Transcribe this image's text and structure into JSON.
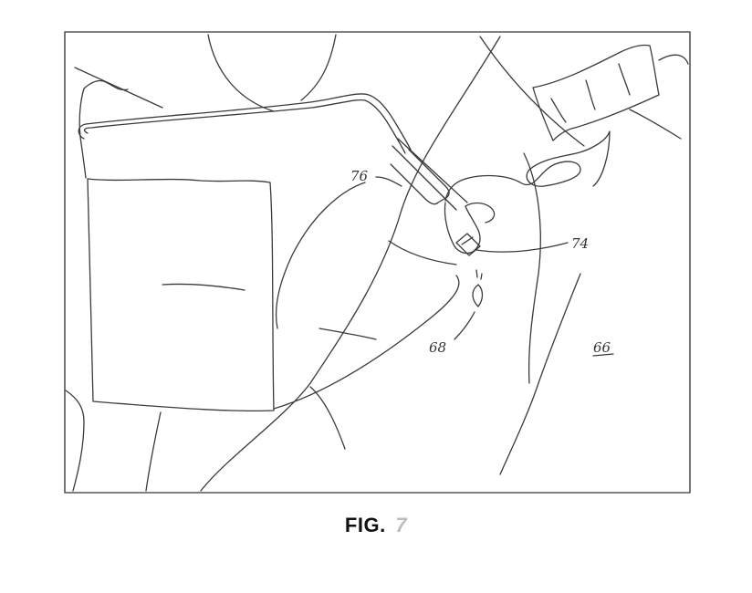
{
  "figure": {
    "caption_prefix": "FIG.",
    "caption_number": "7"
  },
  "reference_labels": {
    "label_76": "76",
    "label_74": "74",
    "label_68": "68",
    "label_66": "66"
  },
  "colors": {
    "line": "#3a3a3a",
    "frame": "#555555",
    "background": "#ffffff"
  }
}
